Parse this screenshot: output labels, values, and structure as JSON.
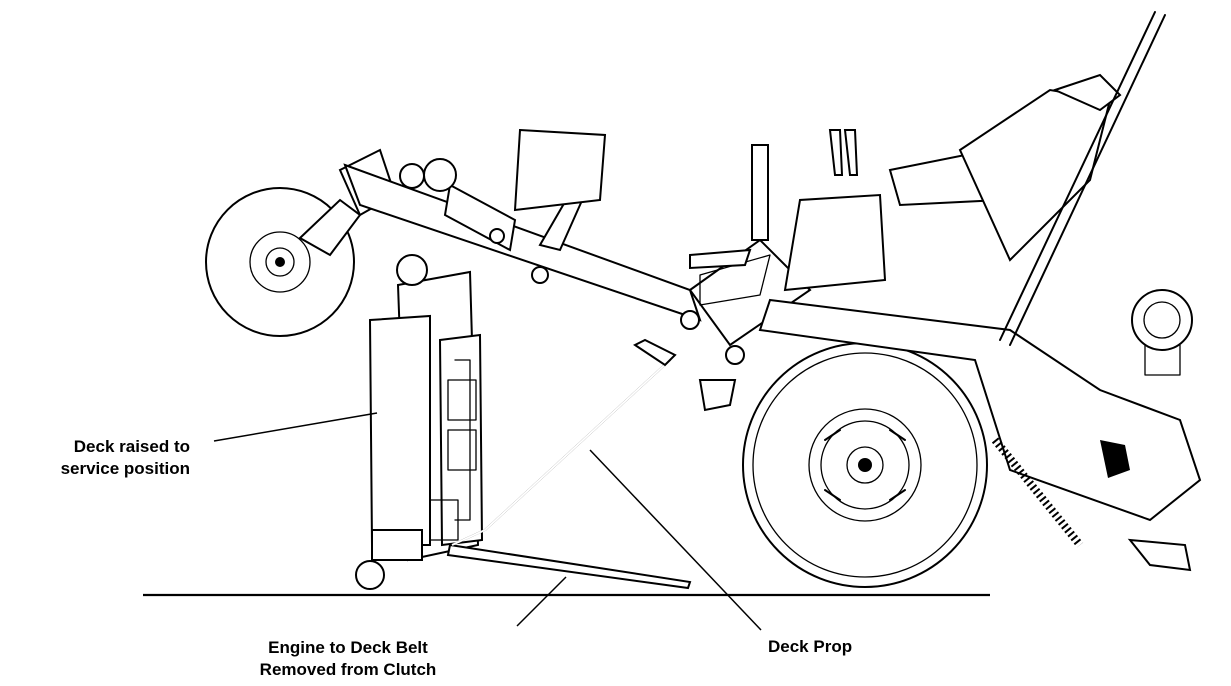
{
  "callouts": {
    "deck_raised": [
      "Deck raised to",
      "service position"
    ],
    "engine_belt": [
      "Engine to Deck Belt",
      "Removed from Clutch"
    ],
    "deck_prop": "Deck Prop"
  },
  "colors": {
    "ink": "#000000",
    "paper": "#ffffff"
  }
}
